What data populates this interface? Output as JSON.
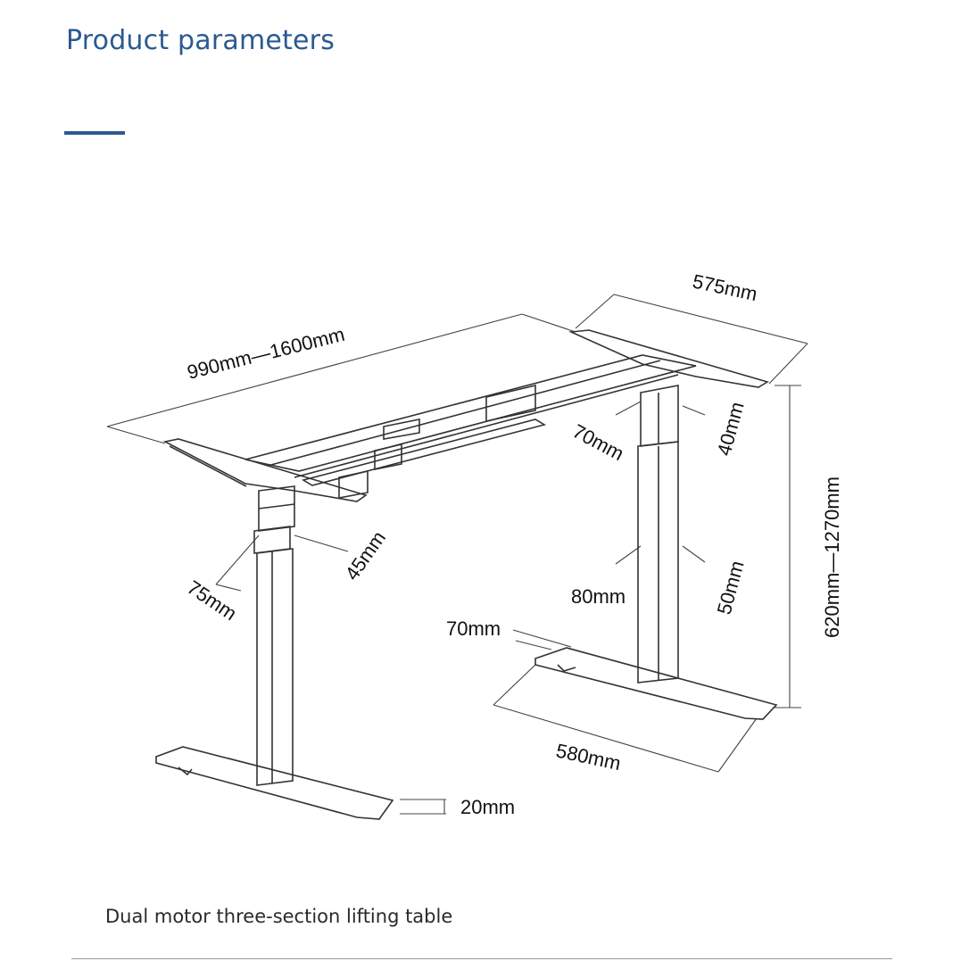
{
  "header": {
    "title": "Product parameters"
  },
  "diagram": {
    "dimensions": {
      "width_range": "990mm—1600mm",
      "depth": "575mm",
      "height_range": "620mm—1270mm",
      "upper_tube_width": "70mm",
      "upper_tube_depth": "40mm",
      "lower_tube_width": "80mm",
      "lower_tube_depth": "50mm",
      "left_tube_width": "75mm",
      "left_tube_depth": "45mm",
      "foot_width": "70mm",
      "foot_length": "580mm",
      "foot_height": "20mm"
    }
  },
  "caption": {
    "text": "Dual motor three-section lifting table"
  }
}
